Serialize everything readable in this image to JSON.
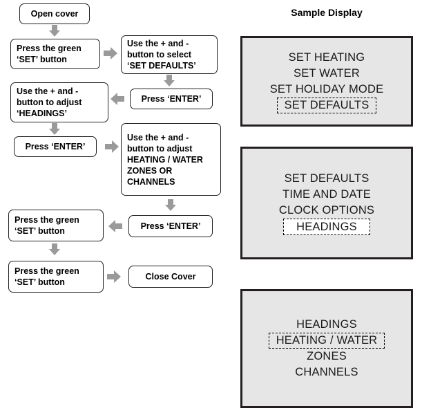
{
  "flowchart": {
    "nodes": [
      {
        "id": "open-cover",
        "label": "Open cover"
      },
      {
        "id": "press-set-1",
        "label": "Press the green\n‘SET’ button"
      },
      {
        "id": "select-defaults",
        "label": "Use the + and -\nbutton to select\n‘SET DEFAULTS’"
      },
      {
        "id": "press-enter-1",
        "label": "Press ‘ENTER’"
      },
      {
        "id": "adjust-headings",
        "label": "Use the + and -\nbutton to adjust\n‘HEADINGS’"
      },
      {
        "id": "press-enter-2",
        "label": "Press ‘ENTER’"
      },
      {
        "id": "adjust-heating",
        "label": "Use the + and -\nbutton to adjust\nHEATING / WATER\nZONES OR\nCHANNELS"
      },
      {
        "id": "press-enter-3",
        "label": "Press ‘ENTER’"
      },
      {
        "id": "press-set-2",
        "label": "Press the green\n‘SET’ button"
      },
      {
        "id": "press-set-3",
        "label": "Press the green\n‘SET’ button"
      },
      {
        "id": "close-cover",
        "label": "Close Cover"
      }
    ]
  },
  "sample_display": {
    "title": "Sample Display",
    "panels": [
      {
        "id": "panel-1",
        "lines": [
          {
            "text": "SET HEATING",
            "highlight": "none"
          },
          {
            "text": "SET WATER",
            "highlight": "none"
          },
          {
            "text": "SET HOLIDAY MODE",
            "highlight": "none"
          },
          {
            "text": "SET DEFAULTS",
            "highlight": "dashed"
          }
        ]
      },
      {
        "id": "panel-2",
        "lines": [
          {
            "text": "SET DEFAULTS",
            "highlight": "none"
          },
          {
            "text": "TIME AND DATE",
            "highlight": "none"
          },
          {
            "text": "CLOCK OPTIONS",
            "highlight": "none"
          },
          {
            "text": "HEADINGS",
            "highlight": "dashed-white"
          }
        ]
      },
      {
        "id": "panel-3",
        "lines": [
          {
            "text": "HEADINGS",
            "highlight": "none"
          },
          {
            "text": "HEATING / WATER",
            "highlight": "dashed"
          },
          {
            "text": "ZONES",
            "highlight": "none"
          },
          {
            "text": "CHANNELS",
            "highlight": "none"
          }
        ]
      }
    ]
  },
  "colors": {
    "box_border": "#231f20",
    "arrow": "#9a9a9a",
    "panel_bg": "#e6e6e6",
    "panel_border": "#231f20"
  }
}
